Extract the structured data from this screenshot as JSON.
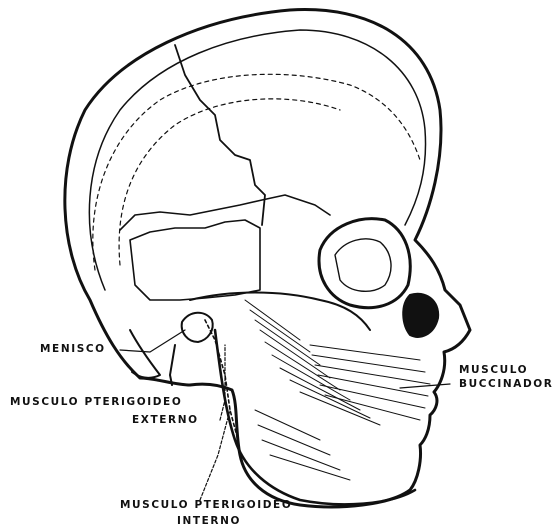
{
  "labels": {
    "menisco": "MENISCO",
    "musculo_buccinador_line1": "MUSCULO",
    "musculo_buccinador_line2": "BUCCINADOR",
    "pterigoideo_externo_line1": "MUSCULO  PTERIGOIDEO",
    "pterigoideo_externo_line2": "EXTERNO",
    "pterigoideo_interno_line1": "MUSCULO  PTERIGOIDEO",
    "pterigoideo_interno_line2": "INTERNO"
  },
  "colors": {
    "ink": "#111111",
    "background": "#ffffff"
  }
}
